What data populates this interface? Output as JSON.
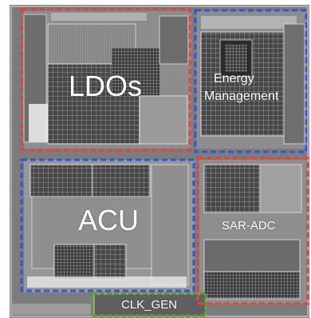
{
  "blocks": {
    "ldo": {
      "label": "LDOs"
    },
    "energy": {
      "label_line1": "Energy",
      "label_line2": "Management"
    },
    "acu": {
      "label": "ACU"
    },
    "sar": {
      "label": "SAR-ADC"
    },
    "clk": {
      "label": "CLK_GEN"
    }
  },
  "colors": {
    "red": "#e2443c",
    "blue": "#2f56d8",
    "green": "#5aa12c"
  }
}
